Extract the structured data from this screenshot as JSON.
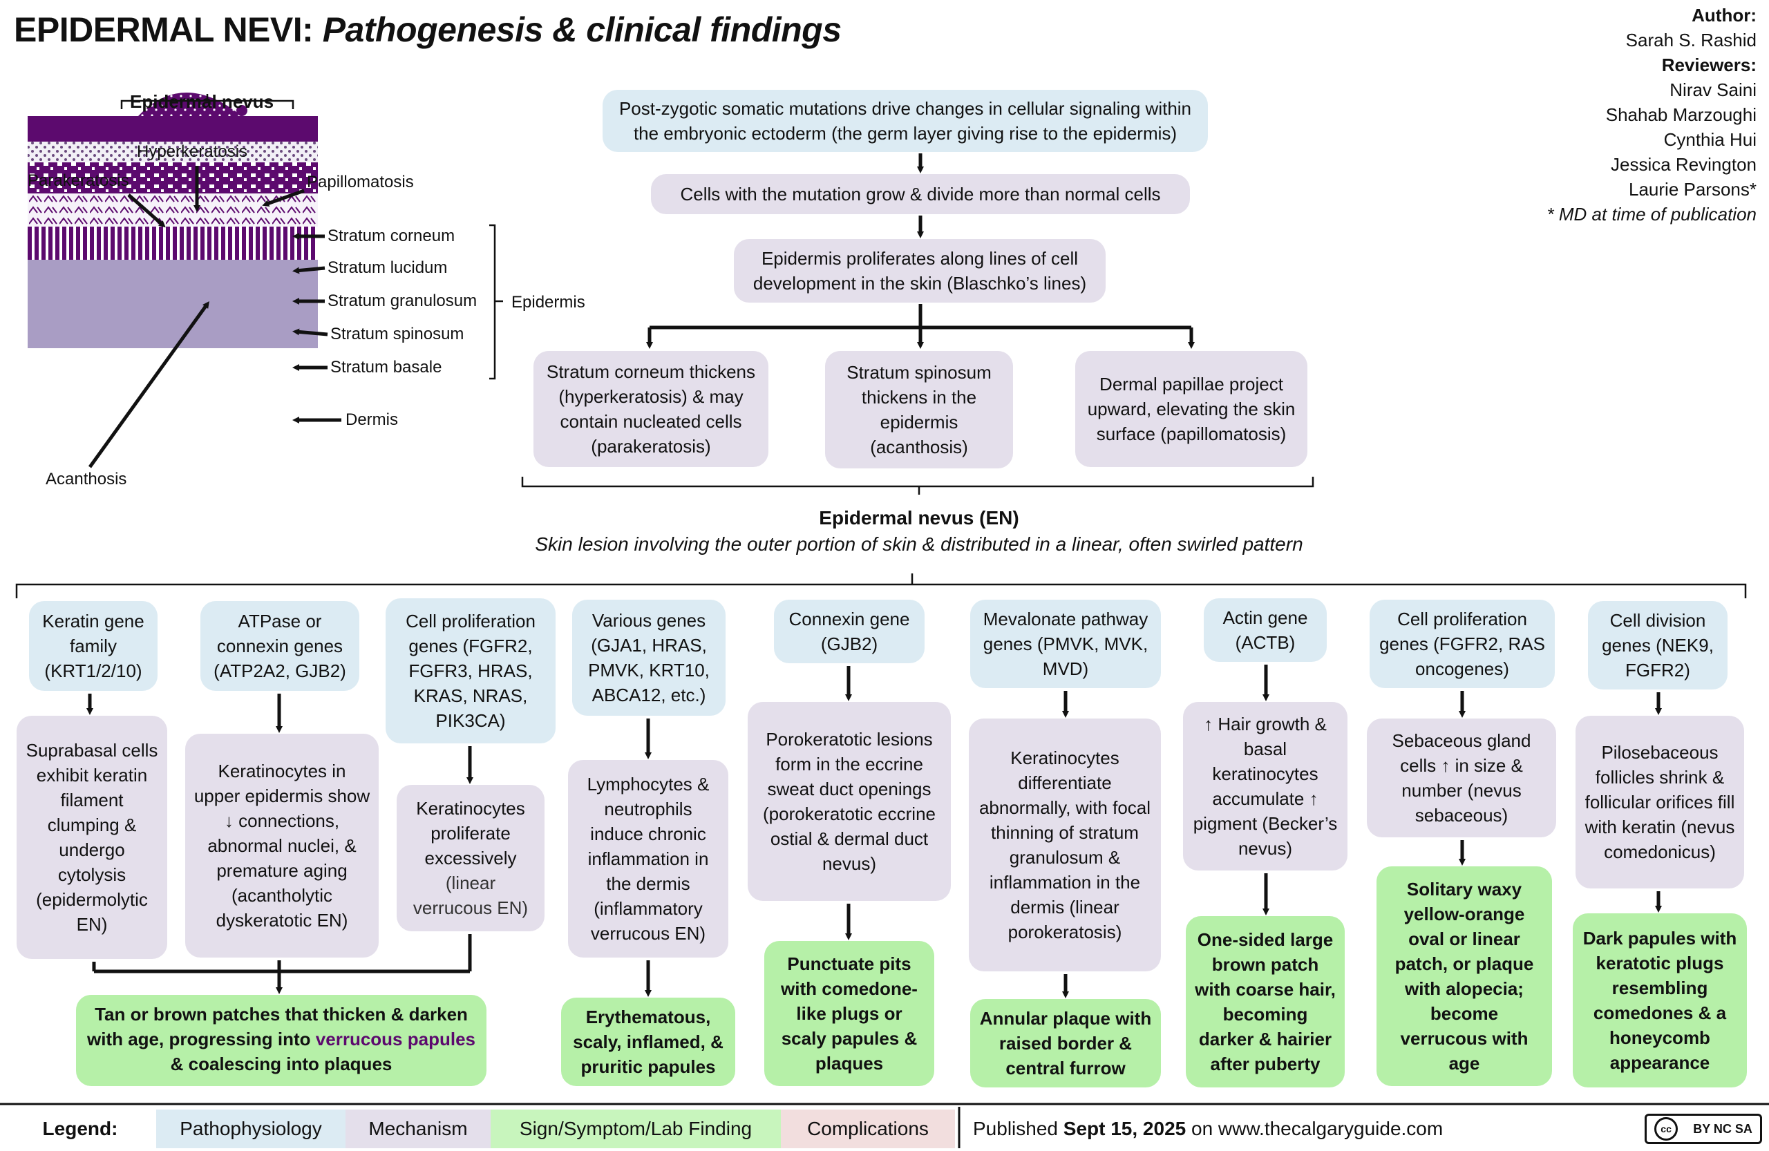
{
  "header": {
    "title_bold": "EPIDERMAL NEVI:",
    "title_italic": "Pathogenesis & clinical findings"
  },
  "credits": {
    "author_label": "Author:",
    "author": "Sarah S. Rashid",
    "reviewers_label": "Reviewers:",
    "reviewers": [
      "Nirav Saini",
      "Shahab Marzoughi",
      "Cynthia Hui",
      "Jessica Revington",
      "Laurie Parsons*"
    ],
    "note": "* MD at time of publication"
  },
  "skin": {
    "title": "Epidermal nevus",
    "hyperkeratosis": "Hyperkeratosis",
    "parakeratosis": "Parakeratosis",
    "papillomatosis": "Papillomatosis",
    "acanthosis": "Acanthosis",
    "corneum": "Stratum corneum",
    "lucidum": "Stratum lucidum",
    "granulosum": "Stratum granulosum",
    "spinosum": "Stratum spinosum",
    "basale": "Stratum basale",
    "dermis": "Dermis",
    "epidermis": "Epidermis"
  },
  "flow": {
    "top1": "Post-zygotic somatic mutations drive changes in cellular signaling within the embryonic ectoderm (the germ layer giving rise to the epidermis)",
    "top2": "Cells with the mutation grow & divide more than normal cells",
    "top3": "Epidermis proliferates along lines of cell development in the skin (Blaschko’s lines)",
    "b1": "Stratum corneum thickens (hyperkeratosis) & may contain nucleated cells (parakeratosis)",
    "b2": "Stratum spinosum thickens in the epidermis (acanthosis)",
    "b3": "Dermal papillae project upward, elevating the skin surface (papillomatosis)",
    "en_title": "Epidermal nevus (EN)",
    "en_sub": "Skin lesion involving the outer portion of skin & distributed in a linear, often swirled pattern"
  },
  "columns": {
    "c1_gene": "Keratin gene family (KRT1/2/10)",
    "c1_mech": "Suprabasal cells exhibit keratin filament clumping & undergo cytolysis (epidermolytic EN)",
    "c2_gene": "ATPase or connexin genes (ATP2A2, GJB2)",
    "c2_mech": "Keratinocytes in upper epidermis show ↓ connections, abnormal nuclei, & premature aging (acantholytic dyskeratotic EN)",
    "c3_gene": "Cell proliferation genes (FGFR2, FGFR3, HRAS, KRAS, NRAS, PIK3CA)",
    "c3_mech": "Keratinocytes proliferate excessively",
    "c3_mech_sub": "(linear verrucous EN)",
    "c123_sign": "Tan or brown patches that thicken & darken with age, progressing into",
    "c123_sign_mid": "verrucous papules",
    "c123_sign_end": "& coalescing into plaques",
    "c4_gene": "Various genes (GJA1, HRAS, PMVK, KRT10, ABCA12, etc.)",
    "c4_mech": "Lymphocytes & neutrophils induce chronic inflammation in the dermis (inflammatory verrucous EN)",
    "c4_sign": "Erythematous, scaly, inflamed, & pruritic papules",
    "c5_gene": "Connexin gene (GJB2)",
    "c5_mech": "Porokeratotic lesions form in the eccrine sweat duct openings (porokeratotic eccrine ostial & dermal duct nevus)",
    "c5_sign": "Punctuate pits with comedone-like plugs or scaly papules & plaques",
    "c6_gene": "Mevalonate pathway genes (PMVK, MVK, MVD)",
    "c6_mech": "Keratinocytes differentiate abnormally, with focal thinning of stratum granulosum & inflammation in the dermis (linear porokeratosis)",
    "c6_sign": "Annular plaque with raised border & central furrow",
    "c7_gene": "Actin gene (ACTB)",
    "c7_mech": "↑ Hair growth & basal keratinocytes accumulate ↑ pigment (Becker’s nevus)",
    "c7_sign": "One-sided large brown patch with coarse hair, becoming darker & hairier after puberty",
    "c8_gene": "Cell proliferation genes (FGFR2, RAS oncogenes)",
    "c8_mech": "Sebaceous gland cells ↑ in size & number (nevus sebaceous)",
    "c8_sign": "Solitary waxy yellow-orange oval or linear patch, or plaque with alopecia; become verrucous with age",
    "c9_gene": "Cell division genes (NEK9, FGFR2)",
    "c9_mech": "Pilosebaceous follicles shrink & follicular orifices fill with keratin (nevus comedonicus)",
    "c9_sign": "Dark papules with keratotic plugs resembling comedones & a honeycomb appearance"
  },
  "legend": {
    "label": "Legend:",
    "patho": "Pathophysiology",
    "mech": "Mechanism",
    "sign": "Sign/Symptom/Lab Finding",
    "comp": "Complications",
    "pub_pre": "Published",
    "pub_date": "Sept 15, 2025",
    "pub_post": "on www.thecalgaryguide.com",
    "license": "BY NC SA"
  },
  "colors": {
    "pathophysiology": "#dcebf3",
    "mechanism": "#e4dfeb",
    "sign": "#b6f0a8",
    "complications": "#f2dede",
    "skin_purple": "#5c0a6e",
    "dermis": "#a99dc4"
  }
}
